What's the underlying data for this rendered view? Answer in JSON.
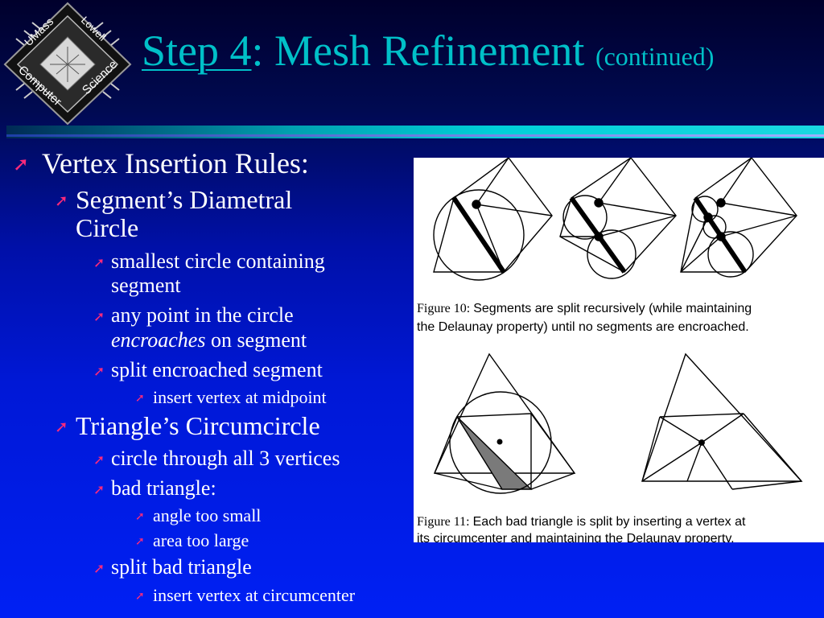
{
  "logo": {
    "top_text": "UMass",
    "top_right_text": "Lowell",
    "bottom_left_text": "Computer",
    "bottom_right_text": "Science"
  },
  "title": {
    "link_text": "Step 4",
    "rest": ": Mesh Refinement",
    "suffix": "(continued)"
  },
  "bullets": {
    "l1_vertex": "Vertex Insertion Rules:",
    "l2_segment_a": "Segment’s Diametral",
    "l2_segment_b": "Circle",
    "l3_smallest_a": "smallest circle containing",
    "l3_smallest_b": "segment",
    "l3_any_a": "any point in the circle",
    "l3_any_b_italic": "encroaches",
    "l3_any_b_rest": " on segment",
    "l3_split_seg": "split encroached segment",
    "l4_midpoint": "insert vertex at midpoint",
    "l2_triangle": "Triangle’s Circumcircle",
    "l3_circle": "circle through all 3 vertices",
    "l3_bad": "bad triangle:",
    "l4_angle": "angle too small",
    "l4_area": "area too large",
    "l3_split_tri": "split bad triangle",
    "l4_circumcenter": "insert vertex at circumcenter"
  },
  "figure": {
    "fig10_label": "Figure 10:",
    "fig10_line1": "Segments are split recursively (while maintaining",
    "fig10_line2": "the Delaunay property) until no segments are encroached.",
    "fig11_label": "Figure 11:",
    "fig11_line1": "Each bad triangle is split by inserting a vertex at",
    "fig11_line2": "its circumcenter and maintaining the Delaunay property."
  },
  "colors": {
    "title": "#00c0c8",
    "bullet_marker": "#ff2a7a",
    "text": "#ffffff",
    "bad_triangle_fill": "#7a7a7a"
  },
  "icons": {
    "bullet": "north-east-arrow-icon"
  }
}
